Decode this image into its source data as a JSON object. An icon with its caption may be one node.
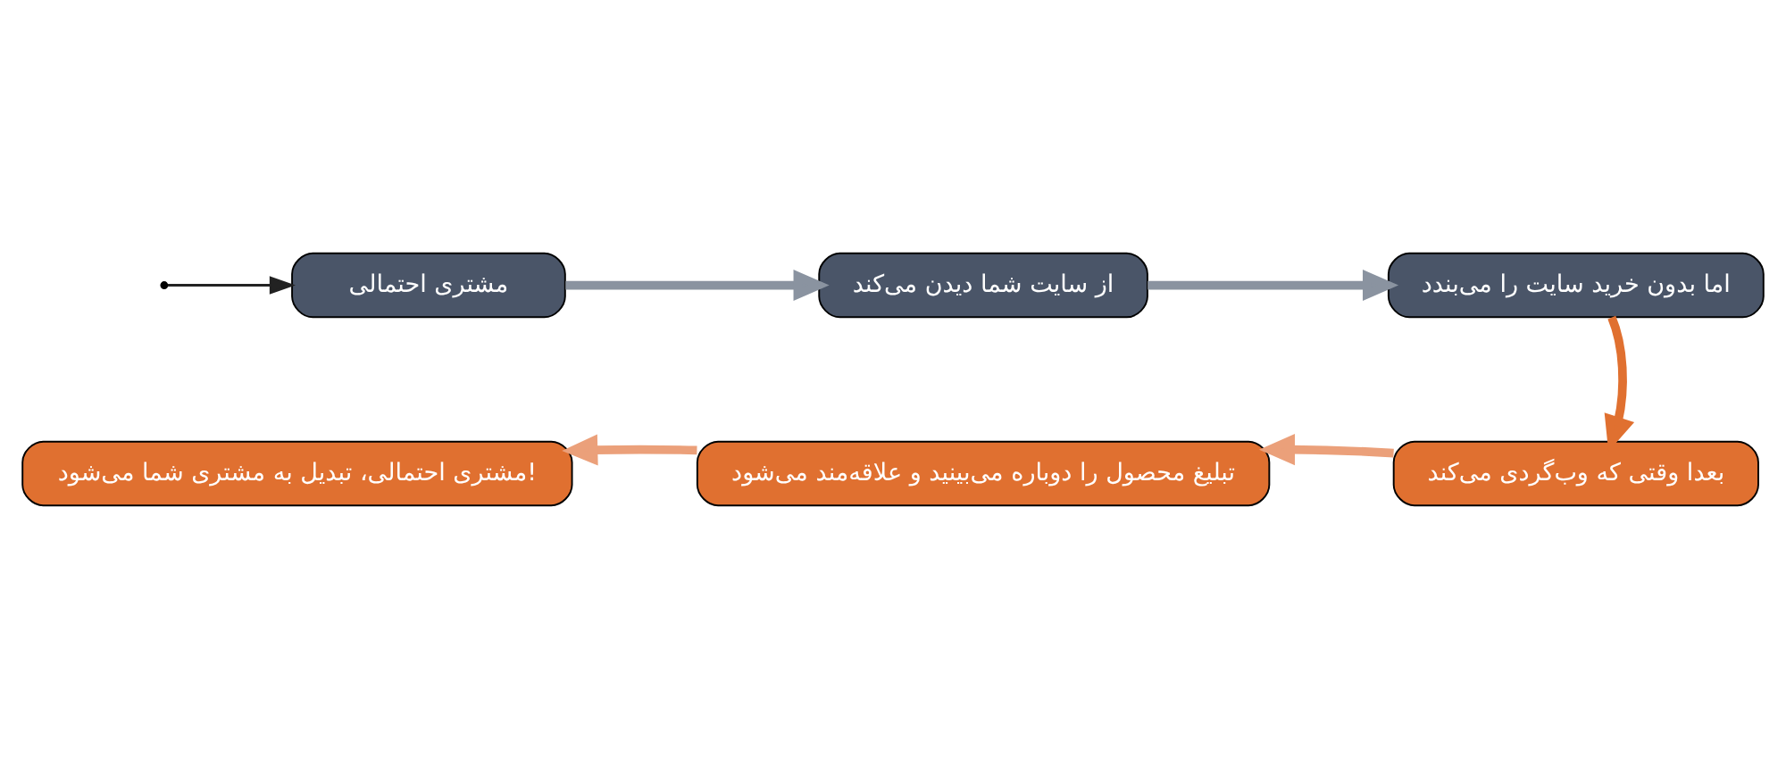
{
  "diagram": {
    "nodes": [
      {
        "text": [
          "مشتری احتمالی"
        ]
      },
      {
        "text": [
          "از سایت شما دیدن می‌کند"
        ]
      },
      {
        "text": [
          "اما بدون خرید سایت را می‌بندد"
        ]
      },
      {
        "text": [
          "بعدا وقتی که وب‌گردی می‌کند"
        ]
      },
      {
        "text": [
          "تبلیغ محصول را دوباره می‌بینید و علاقه‌مند می‌شود"
        ]
      },
      {
        "text": [
          "مشتری احتمالی، تبدیل به مشتری شما می‌شود!"
        ]
      }
    ],
    "edges": [
      {
        "from": null,
        "to": 0,
        "arrow": "to",
        "color": "#222222"
      },
      {
        "from": 0,
        "to": 1,
        "arrow": "to",
        "color": "#8a93a0"
      },
      {
        "from": 1,
        "to": 2,
        "arrow": "to",
        "color": "#8a93a0"
      },
      {
        "from": 2,
        "to": 3,
        "arrow": "to",
        "color": "#e07030"
      },
      {
        "from": 3,
        "to": 4,
        "arrow": "to",
        "color": "#eba07a"
      },
      {
        "from": 4,
        "to": 5,
        "arrow": "to",
        "color": "#eba07a"
      }
    ]
  }
}
